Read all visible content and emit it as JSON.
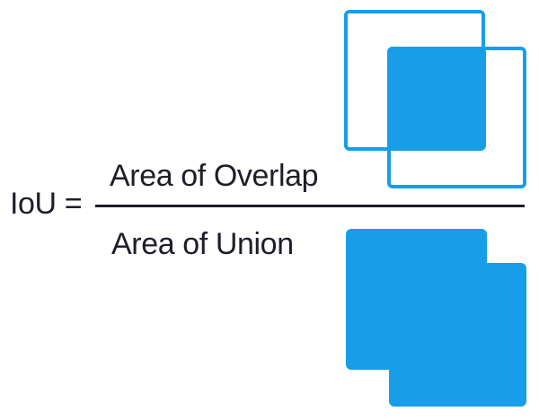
{
  "title": "Intersection over Union (IoU) formula diagram",
  "formula": {
    "lhs": "IoU =",
    "numerator": "Area of Overlap",
    "denominator": "Area of Union"
  },
  "colors": {
    "shape_blue": "#189EE8",
    "text_dark": "#1E1E2A",
    "background": "#FFFFFF"
  },
  "diagrams": {
    "overlap": {
      "description": "Two overlapping square outlines with the intersection region filled solid blue"
    },
    "union": {
      "description": "Two overlapping squares filled entirely solid blue forming the union shape"
    }
  }
}
